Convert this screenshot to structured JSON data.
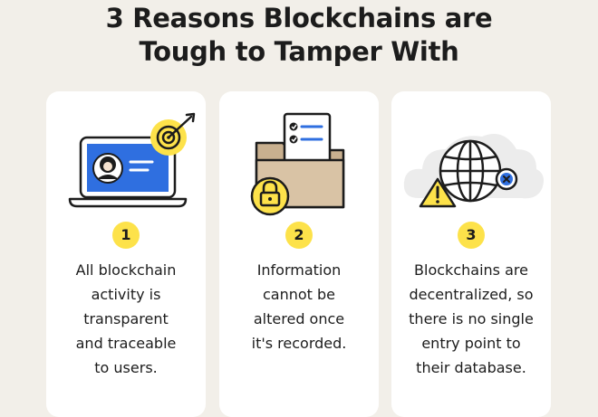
{
  "title": {
    "line1": "3 Reasons Blockchains are",
    "line2": "Tough to Tamper With"
  },
  "cards": [
    {
      "number": "1",
      "icon": "laptop-with-target-icon",
      "lines": [
        "All blockchain",
        "activity is",
        "transparent",
        "and traceable",
        "to users."
      ]
    },
    {
      "number": "2",
      "icon": "locked-folder-icon",
      "lines": [
        "Information",
        "cannot be",
        "altered once",
        "it's recorded."
      ]
    },
    {
      "number": "3",
      "icon": "globe-network-warning-icon",
      "lines": [
        "Blockchains are",
        "decentralized, so",
        "there is no single",
        "entry point to",
        "their database."
      ]
    }
  ],
  "colors": {
    "background": "#f2efe9",
    "card": "#ffffff",
    "accent_yellow": "#fde24a",
    "accent_blue": "#2f6fe0",
    "folder_tan": "#d9c3a5",
    "text": "#1c1c1c"
  }
}
